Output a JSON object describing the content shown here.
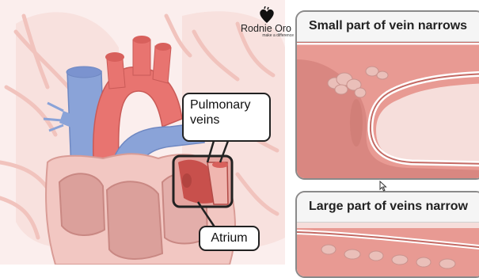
{
  "callouts": {
    "pulmonary_veins": [
      "Pulmonary",
      "veins"
    ],
    "atrium": "Atrium"
  },
  "panels": [
    {
      "title": "Small part of vein narrows"
    },
    {
      "title": "Large part of veins narrow"
    }
  ],
  "watermark": {
    "name": "Rodnie Oro",
    "tagline": "make a difference"
  },
  "colors": {
    "vein_blue": "#8aa3d8",
    "artery_red": "#e87470",
    "tissue_pink": "#f2c7c2",
    "background_vessels": "#f4c9c4",
    "outline": "#222222"
  }
}
